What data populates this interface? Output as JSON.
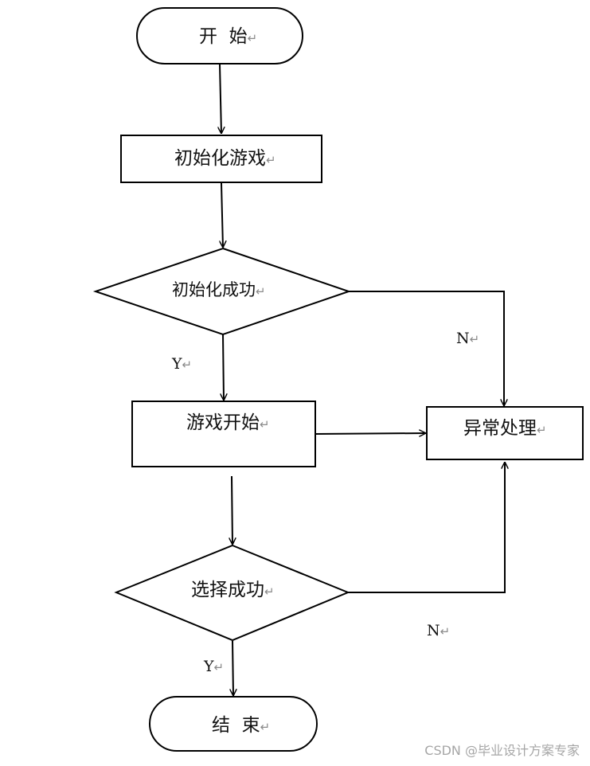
{
  "nodes": {
    "start": "开  始",
    "init_game": "初始化游戏",
    "init_success": "初始化成功",
    "game_start": "游戏开始",
    "exception": "异常处理",
    "select_success": "选择成功",
    "end": "结  束"
  },
  "return_mark": "↵",
  "edges": {
    "init_yes": "Y",
    "init_no": "N",
    "select_yes": "Y",
    "select_no": "N"
  },
  "watermark": "CSDN @毕业设计方案专家"
}
